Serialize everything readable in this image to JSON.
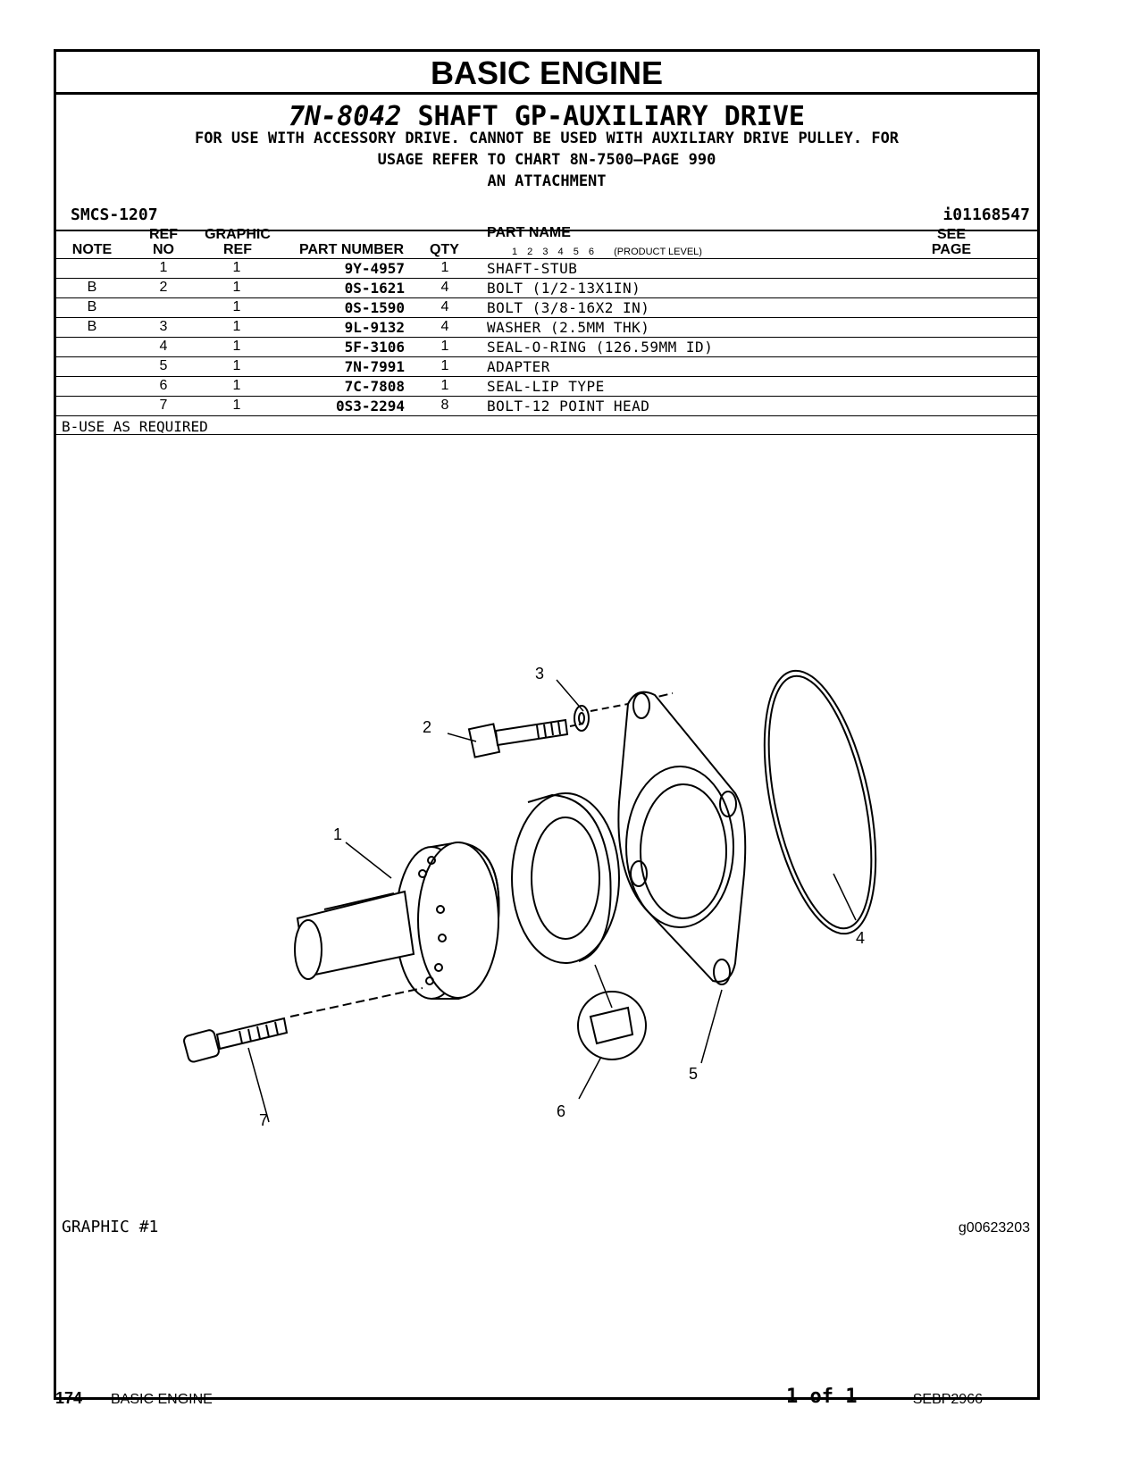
{
  "section_title": "BASIC ENGINE",
  "group": {
    "part_number": "7N-8042",
    "name": "SHAFT GP-AUXILIARY DRIVE",
    "desc_line1": "FOR USE WITH ACCESSORY DRIVE. CANNOT BE USED WITH AUXILIARY DRIVE PULLEY. FOR",
    "desc_line2": "USAGE REFER TO CHART 8N-7500—PAGE 990",
    "desc_line3": "AN ATTACHMENT"
  },
  "smcs": "SMCS-1207",
  "ident": "i01168547",
  "table": {
    "headers": {
      "note": "NOTE",
      "ref_top": "REF",
      "ref_bottom": "NO",
      "graphic_top": "GRAPHIC",
      "graphic_bottom": "REF",
      "part_number": "PART NUMBER",
      "qty": "QTY",
      "part_name": "PART NAME",
      "levels": "1 2 3 4 5 6",
      "product_level": "(PRODUCT LEVEL)",
      "see_top": "SEE",
      "see_bottom": "PAGE"
    },
    "rows": [
      {
        "note": "",
        "ref": "1",
        "graphic_ref": "1",
        "part_number": "9Y-4957",
        "qty": "1",
        "part_name": "SHAFT-STUB"
      },
      {
        "note": "B",
        "ref": "2",
        "graphic_ref": "1",
        "part_number": "0S-1621",
        "qty": "4",
        "part_name": "BOLT (1/2-13X1IN)"
      },
      {
        "note": "B",
        "ref": "",
        "graphic_ref": "1",
        "part_number": "0S-1590",
        "qty": "4",
        "part_name": "BOLT (3/8-16X2 IN)"
      },
      {
        "note": "B",
        "ref": "3",
        "graphic_ref": "1",
        "part_number": "9L-9132",
        "qty": "4",
        "part_name": "WASHER (2.5MM THK)"
      },
      {
        "note": "",
        "ref": "4",
        "graphic_ref": "1",
        "part_number": "5F-3106",
        "qty": "1",
        "part_name": "SEAL-O-RING (126.59MM ID)"
      },
      {
        "note": "",
        "ref": "5",
        "graphic_ref": "1",
        "part_number": "7N-7991",
        "qty": "1",
        "part_name": "ADAPTER"
      },
      {
        "note": "",
        "ref": "6",
        "graphic_ref": "1",
        "part_number": "7C-7808",
        "qty": "1",
        "part_name": "SEAL-LIP TYPE"
      },
      {
        "note": "",
        "ref": "7",
        "graphic_ref": "1",
        "part_number": "0S3-2294",
        "qty": "8",
        "part_name": "BOLT-12 POINT HEAD"
      }
    ],
    "footnote": "B-USE AS REQUIRED"
  },
  "graphic": {
    "label": "GRAPHIC #1",
    "id": "g00623203",
    "callouts": {
      "c1": "1",
      "c2": "2",
      "c3": "3",
      "c4": "4",
      "c5": "5",
      "c6": "6",
      "c7": "7"
    }
  },
  "footer": {
    "page_number": "174",
    "section": "BASIC ENGINE",
    "page_of": "1 of 1",
    "doc_id": "SEBP2966"
  }
}
